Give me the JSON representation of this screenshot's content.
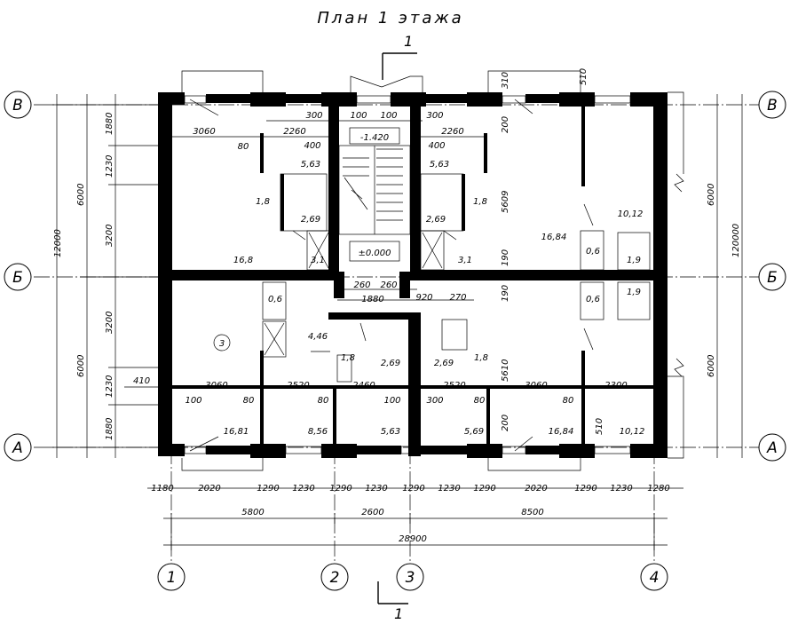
{
  "title": "План 1 этажа",
  "section": {
    "top": "1",
    "bottom": "1"
  },
  "axes": {
    "rows": [
      "В",
      "Б",
      "А"
    ],
    "cols": [
      "1",
      "2",
      "3",
      "4"
    ]
  },
  "levels": {
    "landing": "-1.420",
    "floor": "±0.000"
  },
  "left_dims": {
    "outer": "12000",
    "mid": [
      "6000",
      "6000"
    ],
    "inner": [
      "1880",
      "1230",
      "3200",
      "3200",
      "1230",
      "1880"
    ],
    "extra": "410"
  },
  "right_dims": {
    "outer": "120000",
    "mid": [
      "6000",
      "6000"
    ]
  },
  "bottom_dims": {
    "row1": [
      "1180",
      "2020",
      "1290",
      "1230",
      "1290",
      "1230",
      "1290",
      "1230",
      "1290",
      "2020",
      "1290",
      "1230",
      "1280"
    ],
    "row2": [
      "5800",
      "2600",
      "8500"
    ],
    "row3": "28900"
  },
  "interior_dims": {
    "top": [
      "3060",
      "2260",
      "300",
      "100",
      "100",
      "300",
      "2260"
    ],
    "small": [
      "80",
      "400",
      "400",
      "310",
      "510",
      "200",
      "5609",
      "190",
      "190",
      "5610",
      "200",
      "510"
    ],
    "mid": [
      "260",
      "260",
      "1880",
      "920",
      "270"
    ],
    "bottom": [
      "3060",
      "2520",
      "2460",
      "2520",
      "3060",
      "2300"
    ],
    "bottom_small": [
      "100",
      "80",
      "80",
      "100",
      "300",
      "80",
      "80"
    ]
  },
  "rooms": {
    "tl": [
      "5,63",
      "1,8",
      "2,69",
      "16,8",
      "3,1"
    ],
    "tr": [
      "5,63",
      "1,8",
      "2,69",
      "3,1",
      "16,84",
      "10,12",
      "0,6",
      "1,9"
    ],
    "bl": [
      "0,6",
      "4,46",
      "1,8",
      "2,69",
      "16,81",
      "8,56",
      "5,63",
      "3"
    ],
    "br": [
      "2,69",
      "1,8",
      "0,6",
      "1,9",
      "5,69",
      "16,84",
      "10,12"
    ]
  }
}
